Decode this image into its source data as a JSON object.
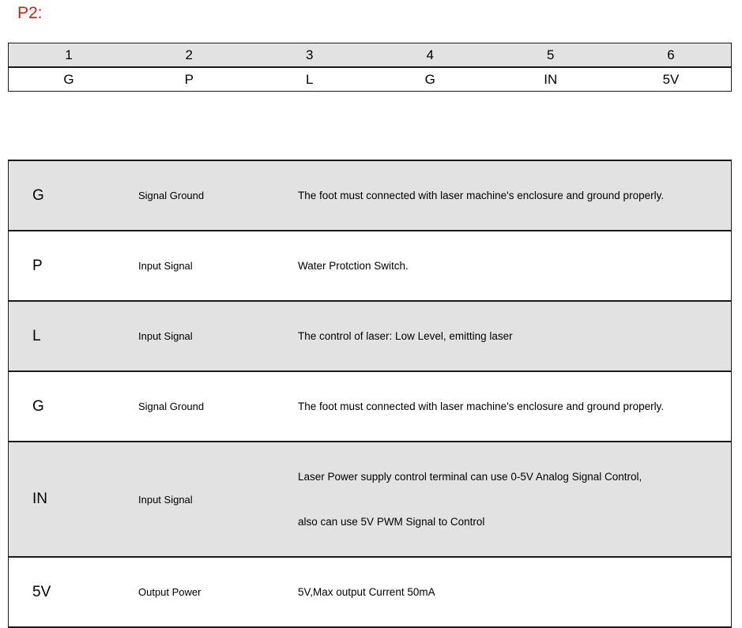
{
  "title": "P2:",
  "accent_color": "#d21f12",
  "shade_color": "#e2e2e2",
  "pin_header": {
    "numbers": [
      "1",
      "2",
      "3",
      "4",
      "5",
      "6"
    ],
    "names": [
      "G",
      "P",
      "L",
      "G",
      "IN",
      "5V"
    ]
  },
  "signal_table": {
    "rows": [
      {
        "pin": "G",
        "type": "Signal Ground",
        "desc_lines": [
          "The foot must connected with laser machine's enclosure and ground properly."
        ]
      },
      {
        "pin": "P",
        "type": "Input Signal",
        "desc_lines": [
          "Water Protction Switch."
        ]
      },
      {
        "pin": "L",
        "type": "Input Signal",
        "desc_lines": [
          "The control of laser: Low Level, emitting laser"
        ]
      },
      {
        "pin": "G",
        "type": "Signal Ground",
        "desc_lines": [
          "The foot must connected with laser machine's enclosure and ground properly."
        ]
      },
      {
        "pin": "IN",
        "type": "Input Signal",
        "desc_lines": [
          "Laser Power supply control terminal can use 0-5V Analog Signal Control,",
          "also can use 5V PWM Signal to Control"
        ]
      },
      {
        "pin": "5V",
        "type": "Output Power",
        "desc_lines": [
          "5V,Max output Current 50mA"
        ]
      }
    ]
  }
}
